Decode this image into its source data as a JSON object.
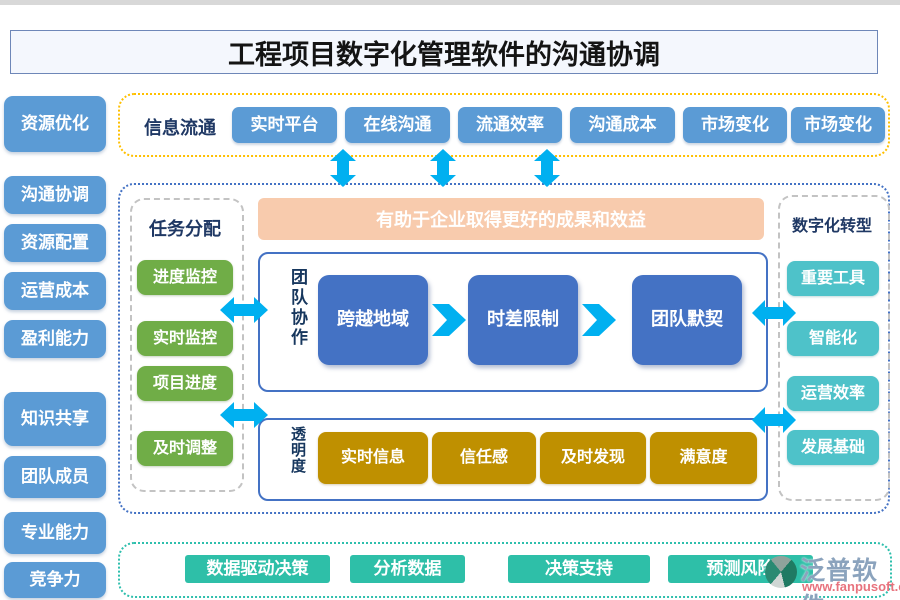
{
  "title": "工程项目数字化管理软件的沟通协调",
  "sidebar": {
    "items": [
      "资源优化",
      "沟通协调",
      "资源配置",
      "运营成本",
      "盈利能力",
      "知识共享",
      "团队成员",
      "专业能力",
      "竞争力"
    ]
  },
  "info_flow": {
    "label": "信息流通",
    "items": [
      "实时平台",
      "在线沟通",
      "流通效率",
      "沟通成本",
      "市场变化",
      "市场变化"
    ]
  },
  "middle": {
    "task": {
      "label": "任务分配",
      "items": [
        "进度监控",
        "实时监控",
        "项目进度",
        "及时调整"
      ]
    },
    "banner": "有助于企业取得更好的成果和效益",
    "team": {
      "label": "团队协作",
      "steps": [
        "跨越地域",
        "时差限制",
        "团队默契"
      ]
    },
    "transparency": {
      "label": "透明度",
      "items": [
        "实时信息",
        "信任感",
        "及时发现",
        "满意度"
      ]
    },
    "digital": {
      "label": "数字化转型",
      "items": [
        "重要工具",
        "智能化",
        "运营效率",
        "发展基础"
      ]
    }
  },
  "bottom": {
    "items": [
      "数据驱动决策",
      "分析数据",
      "决策支持",
      "预测风险"
    ]
  },
  "watermark": {
    "brand": "泛普软件",
    "url": "www.fanpusoft.com"
  },
  "colors": {
    "sidebar_blue": "#5B9BD5",
    "step_blue": "#4472C4",
    "green": "#70AD47",
    "gold": "#BF9000",
    "teal_bottom": "#2EBFA8",
    "teal_right": "#4EC2C9",
    "peach_banner": "#F8CBAD",
    "arrow_cyan": "#00B0F0",
    "border_yellow": "#FFC000",
    "border_blue": "#4472C4",
    "border_teal": "#2EBFAD",
    "label_navy": "#1F3864",
    "brand_text": "#8ba3bd",
    "brand_url": "#e8737e"
  }
}
